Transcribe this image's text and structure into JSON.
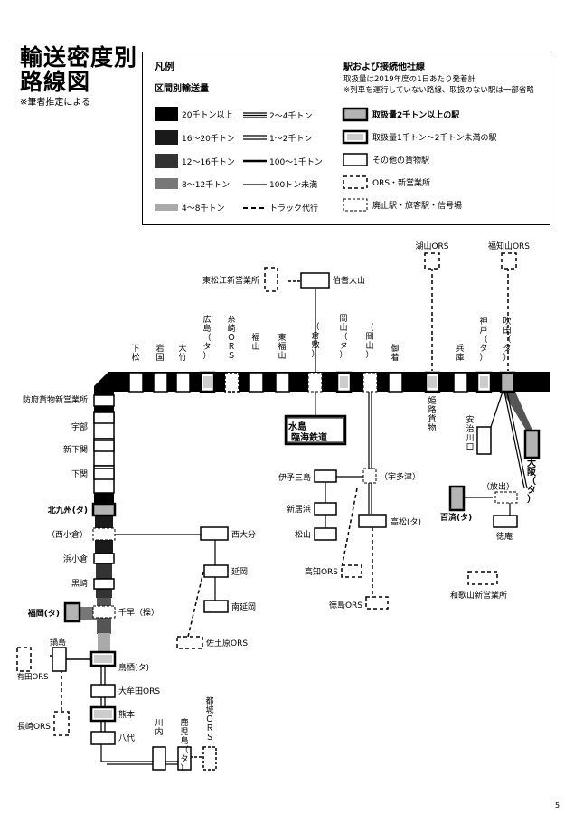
{
  "title": {
    "line1": "輸送密度別",
    "line2": "路線図",
    "note": "※筆者推定による"
  },
  "legend": {
    "heading": "凡例",
    "section_heading": "区間別輸送量",
    "stations_heading": "駅および接続他社線",
    "stations_note1": "取扱量は2019年度の1日あたり発着計",
    "stations_note2": "※列車を運行していない路線、取扱のない駅は一部省略",
    "thick": [
      {
        "label": "20千トン以上",
        "color": "#000000"
      },
      {
        "label": "16～20千トン",
        "color": "#1a1a1a"
      },
      {
        "label": "12～16千トン",
        "color": "#333333"
      },
      {
        "label": "8～12千トン",
        "color": "#777777"
      },
      {
        "label": "4～8千トン",
        "color": "#aaaaaa"
      }
    ],
    "thin": [
      "2～4千トン",
      "1～2千トン",
      "100～1千トン",
      "100トン未満",
      "トラック代行"
    ],
    "station_types": [
      "取扱量2千トン以上の駅",
      "取扱量1千トン～2千トン未満の駅",
      "その他の貨物駅",
      "ORS・新営業所",
      "廃止駅・旅客駅・信号場"
    ]
  },
  "stations": {
    "kita_okayama": "湖山ORS",
    "fukuchiyama": "福知山ORS",
    "higashimatsue": "東松江新営業所",
    "hakuto": "伯耆大山",
    "hiroshima": "広島（タ）",
    "itozaki": "糸崎ＯＲＳ",
    "kurashiki": "（倉敷）",
    "okayama": "岡山（タ）",
    "okayama2": "（岡山）",
    "kobe": "神戸（タ）",
    "suita": "吹田（タ）",
    "shimomatsu": "下松",
    "iwakuni": "岩国",
    "otake": "大竹",
    "fukuyama": "福山",
    "higashifukuyama": "東福山",
    "mitsuishi": "御着",
    "hyogo": "兵庫",
    "himeji": "姫路貨物",
    "mizushima_l1": "水島",
    "mizushima_l2": "臨海鉄道",
    "hofu": "防府貨物新営業所",
    "ube": "宇部",
    "shinshimonoseki": "新下関",
    "shimonoseki": "下関",
    "kitakyushu": "北九州(タ)",
    "nishikokura": "（西小倉）",
    "hamakokura": "浜小倉",
    "kurosaki": "黒崎",
    "fukuoka": "福岡(タ)",
    "chihaya": "千早（操）",
    "nishioita": "西大分",
    "nobeoka": "延岡",
    "minaminobeoka": "南延岡",
    "sadowara": "佐土原ORS",
    "nabeshima": "鍋島",
    "arita": "有田ORS",
    "nagasaki": "長崎ORS",
    "tosu": "鳥栖(タ)",
    "omuta": "大牟田ORS",
    "kumamoto": "熊本",
    "yatsushiro": "八代",
    "sendai": "川内",
    "kagoshima": "鹿児島（タ）",
    "miyakonojo": "都城ＯＲＳ",
    "iyomishima": "伊予三島",
    "niihama": "新居浜",
    "matsuyama": "松山",
    "utazu": "（宇多津）",
    "takamatsu": "高松(タ)",
    "kochi": "高知ORS",
    "tokushima": "徳島ORS",
    "ajikawa": "安治川口",
    "osaka": "大阪（タ）",
    "hanaten": "（放出）",
    "kudara": "百済(タ)",
    "tokuan": "徳庵",
    "wakayama": "和歌山新営業所"
  },
  "page_number": "5"
}
